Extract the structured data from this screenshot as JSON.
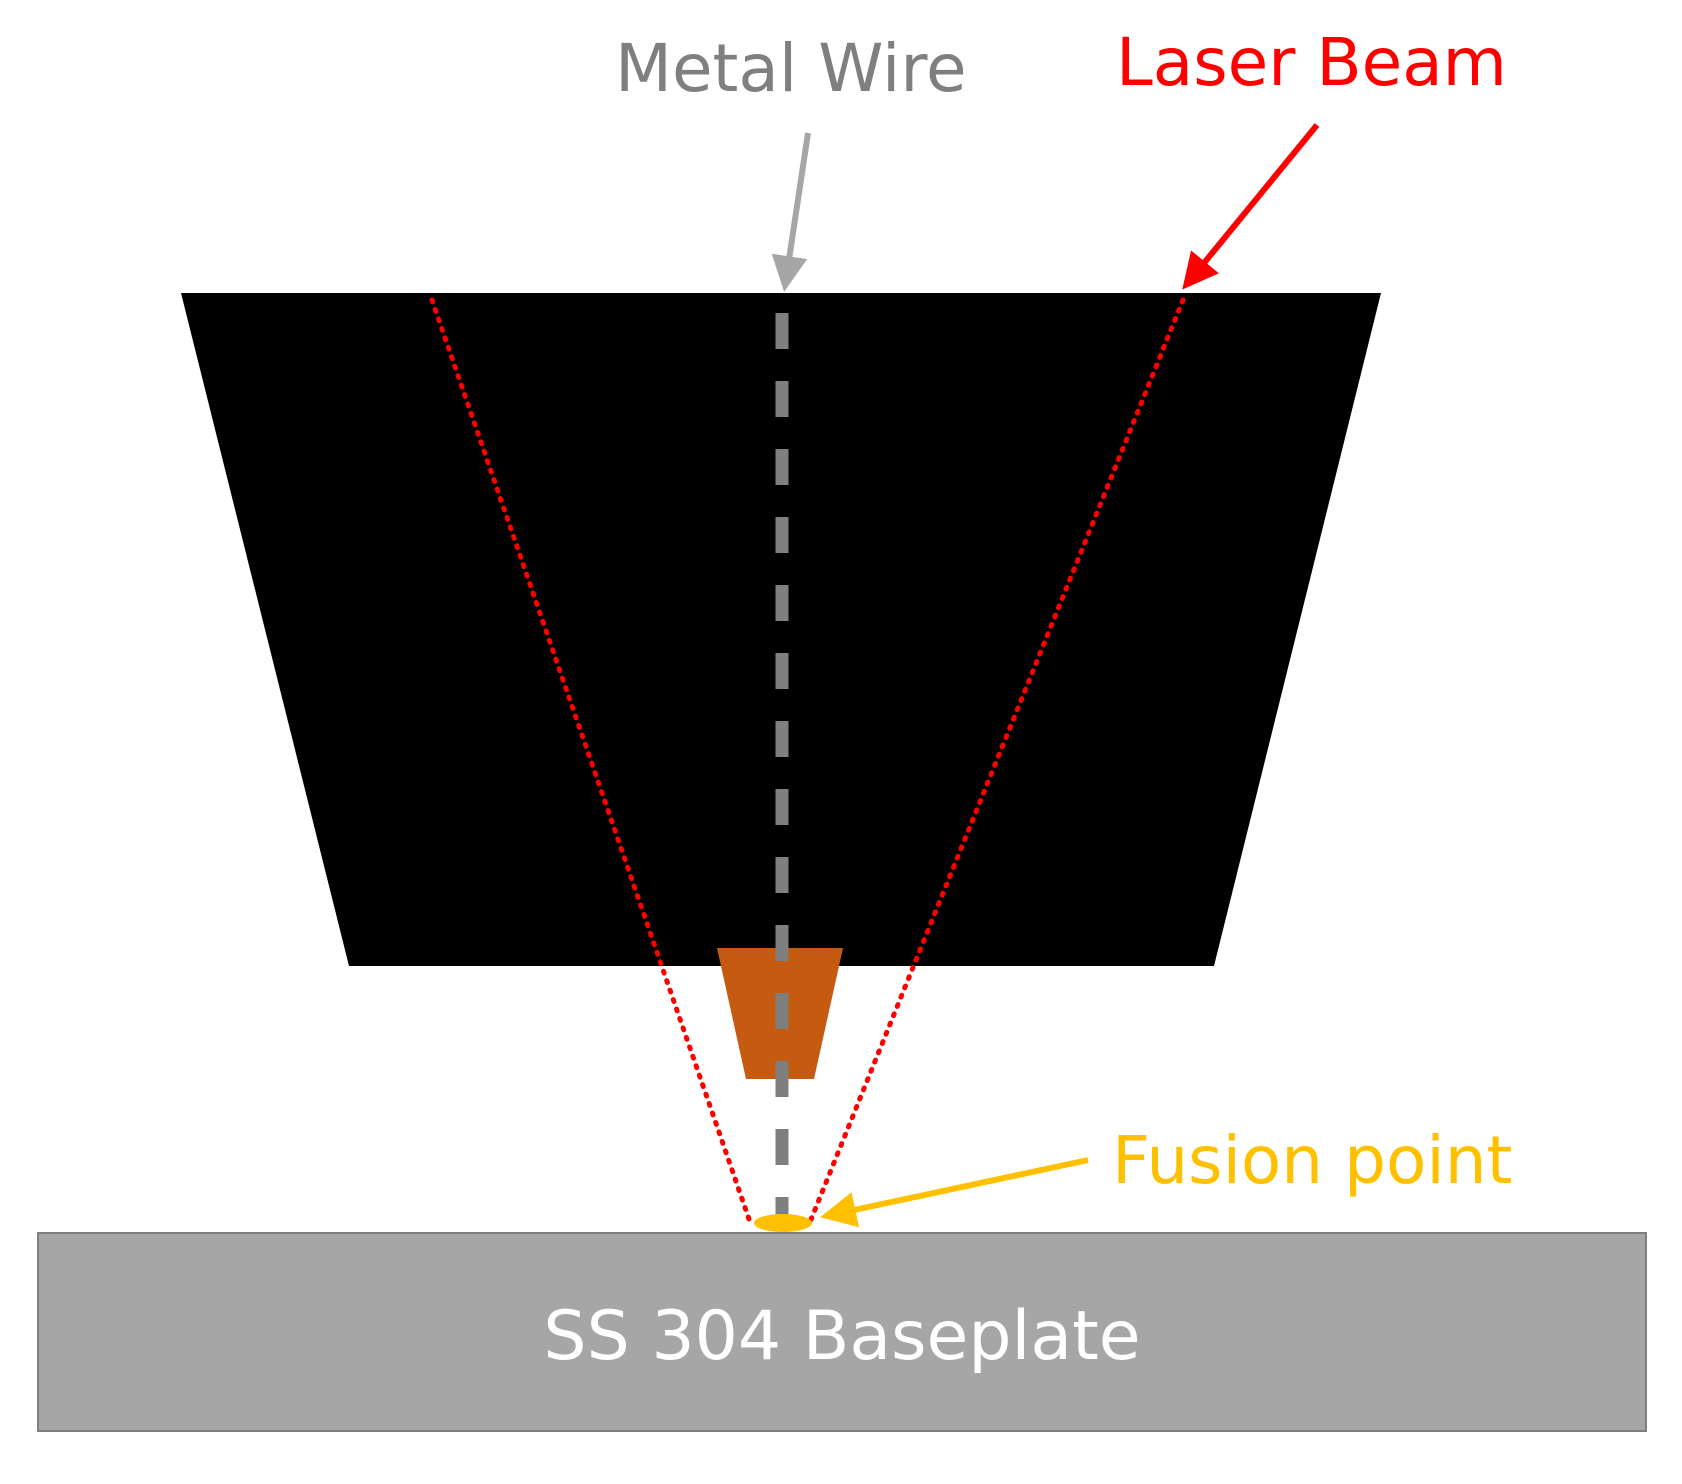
{
  "labels": {
    "metal_wire": "Metal Wire",
    "laser_beam": "Laser Beam",
    "fusion_point": "Fusion point",
    "baseplate": "SS 304 Baseplate"
  },
  "colors": {
    "background": "#ffffff",
    "nozzle_body": "#000000",
    "nozzle_tip": "#c55a11",
    "metal_wire": "#7f7f7f",
    "metal_wire_label": "#7f7f7f",
    "wire_arrow": "#a6a6a6",
    "laser_beam": "#ff0000",
    "fusion_point": "#ffc000",
    "baseplate": "#a6a6a6",
    "baseplate_border": "#7f7f7f",
    "baseplate_text": "#ffffff"
  }
}
